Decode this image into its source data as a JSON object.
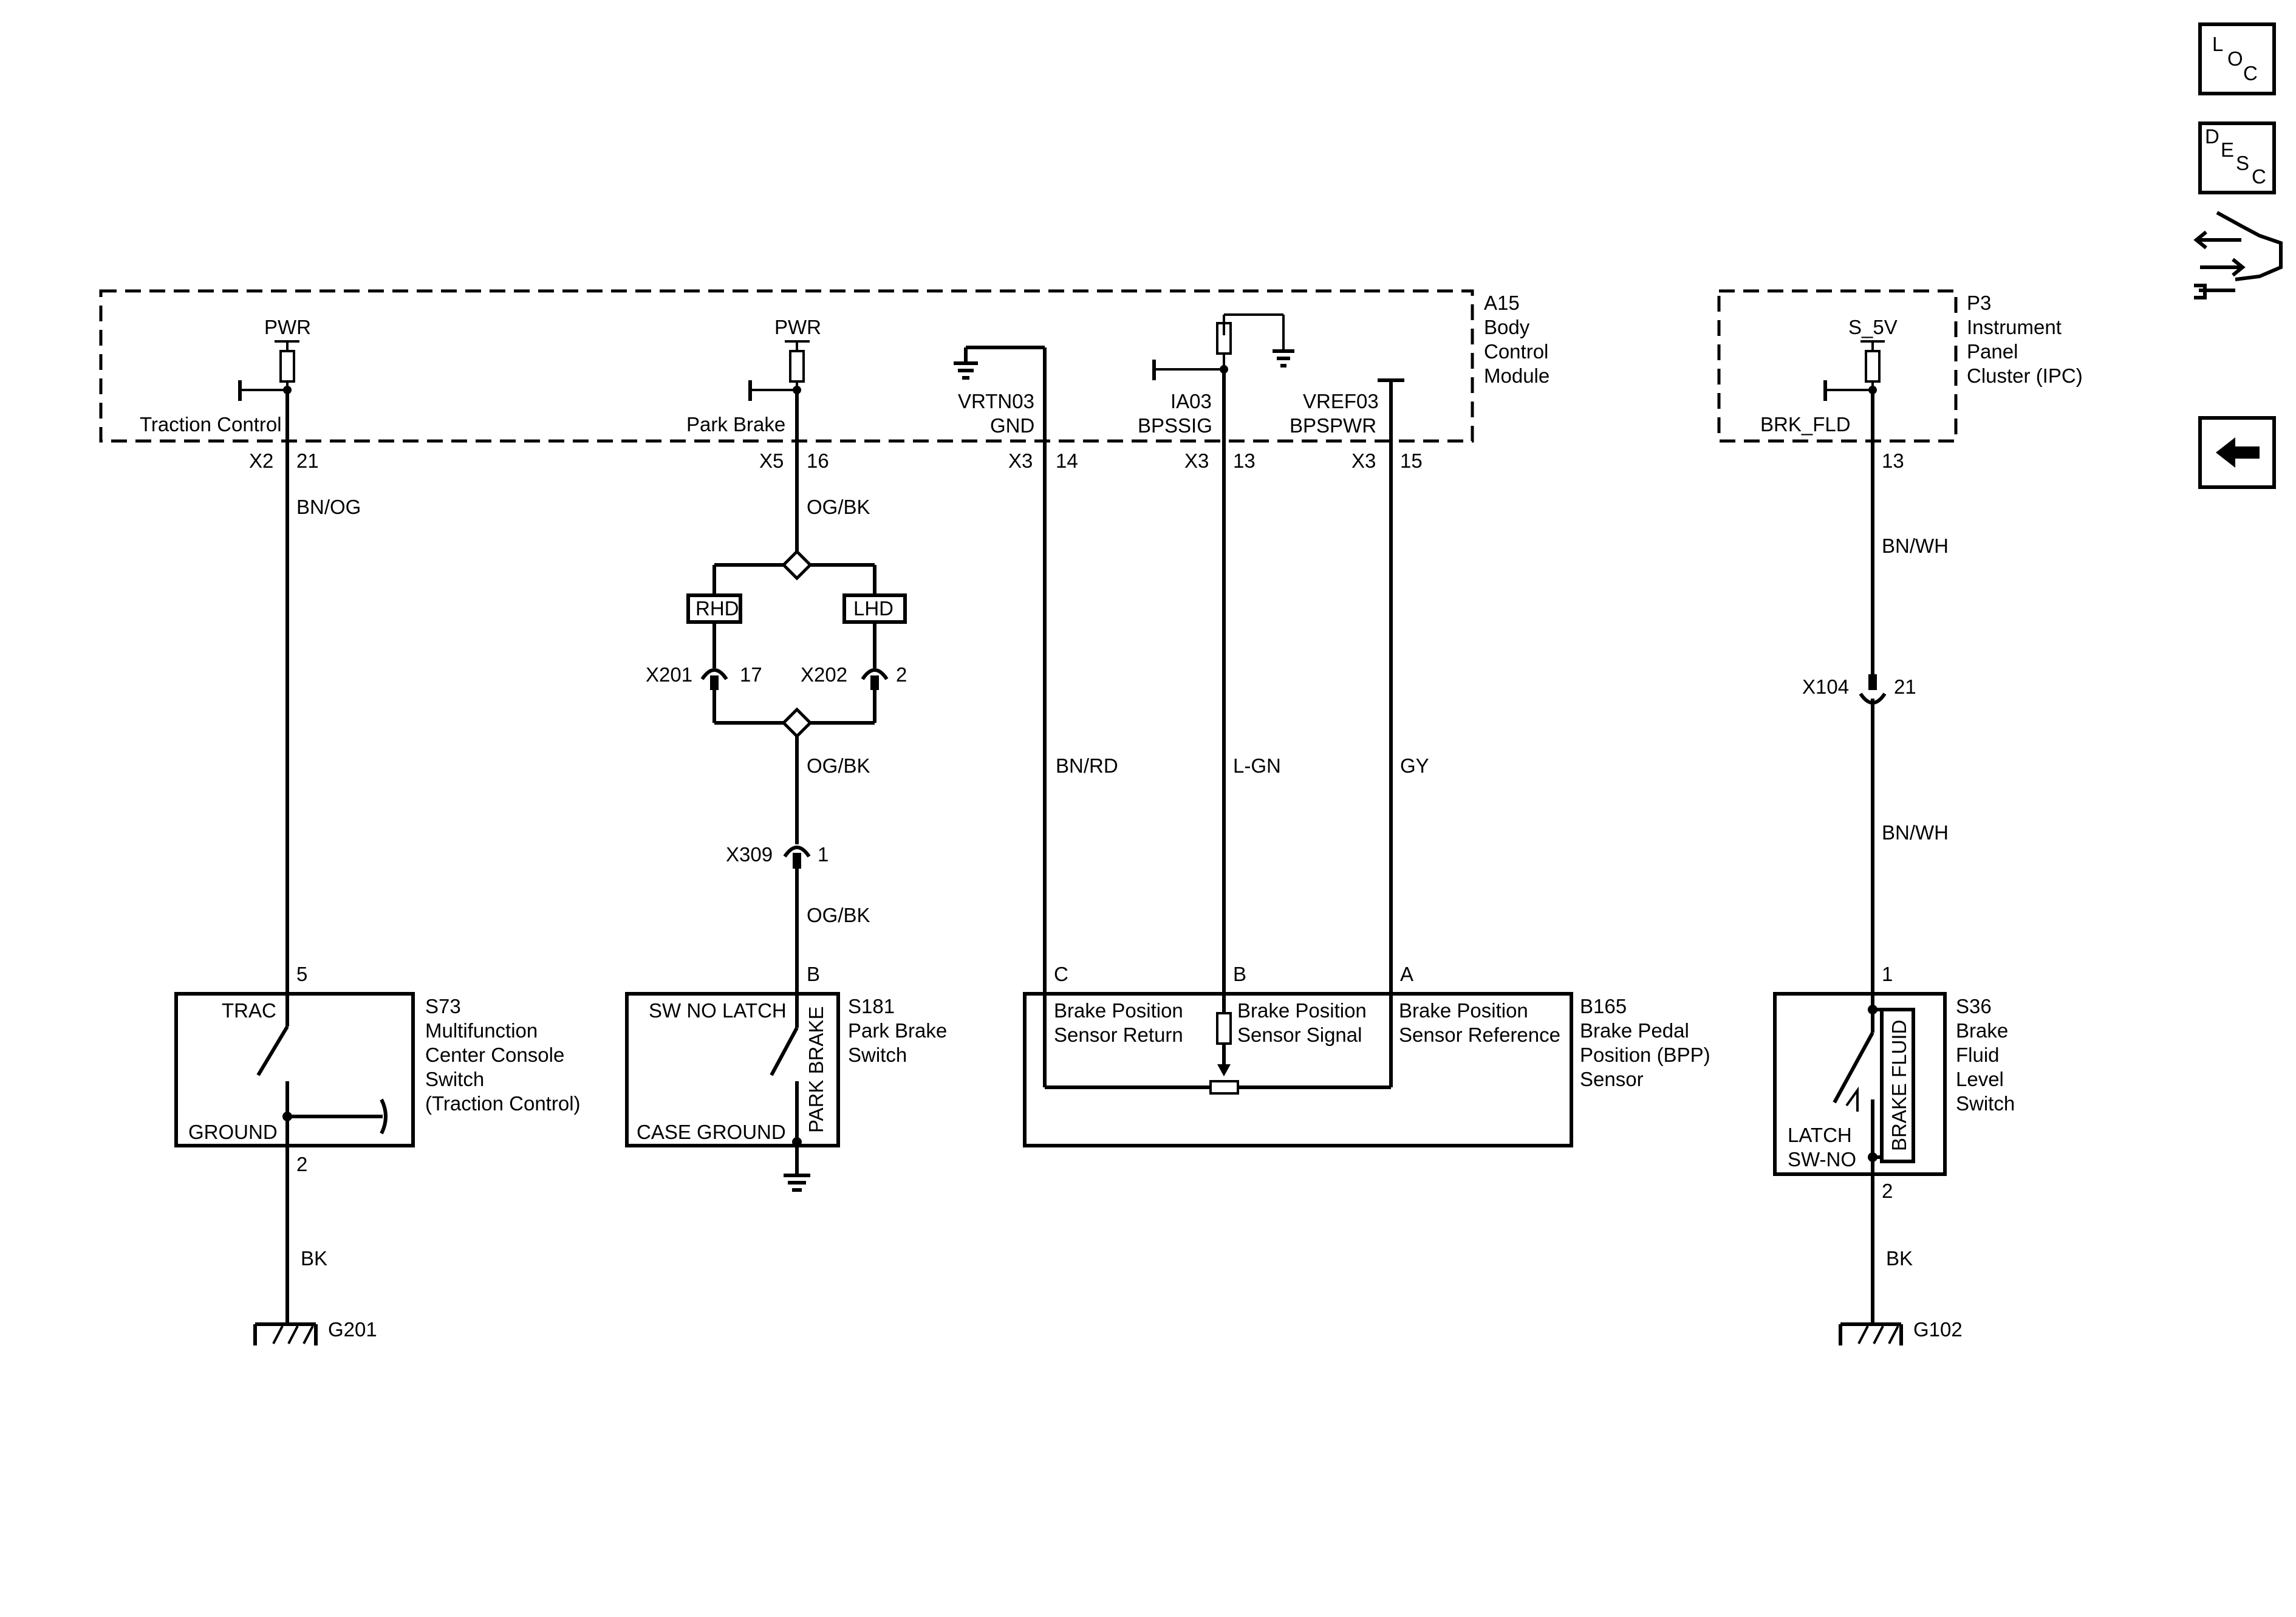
{
  "nav_icons": {
    "loc": {
      "l1": "L",
      "l2": "O",
      "l3": "C"
    },
    "desc": {
      "l1": "D",
      "l2": "E",
      "l3": "S",
      "l4": "C"
    },
    "connector_icon": "connector-wrench-icon",
    "back_icon": "left-arrow-icon"
  },
  "modules": {
    "bcm": {
      "ref": "A15",
      "name1": "Body",
      "name2": "Control",
      "name3": "Module"
    },
    "ipc": {
      "ref": "P3",
      "name1": "Instrument",
      "name2": "Panel",
      "name3": "Cluster (IPC)"
    }
  },
  "bcm_internal": {
    "pwr1": "PWR",
    "pwr2": "PWR",
    "traction_control": "Traction Control",
    "park_brake": "Park Brake",
    "vrtn03": "VRTN03",
    "gnd": "GND",
    "ia03": "IA03",
    "bpssig": "BPSSIG",
    "vref03": "VREF03",
    "bpspwr": "BPSPWR"
  },
  "ipc_internal": {
    "s5v": "S_5V",
    "brk_fld": "BRK_FLD"
  },
  "pins": {
    "x2": "X2",
    "p21": "21",
    "x5": "X5",
    "p16": "16",
    "x3a": "X3",
    "p14": "14",
    "x3b": "X3",
    "p13": "13",
    "x3c": "X3",
    "p15": "15",
    "ipc13": "13"
  },
  "wires": {
    "bn_og": "BN/OG",
    "og_bk1": "OG/BK",
    "og_bk2": "OG/BK",
    "og_bk3": "OG/BK",
    "bn_rd": "BN/RD",
    "l_gn": "L-GN",
    "gy": "GY",
    "bn_wh1": "BN/WH",
    "bn_wh2": "BN/WH",
    "bk1": "BK",
    "bk2": "BK"
  },
  "options": {
    "rhd": "RHD",
    "lhd": "LHD"
  },
  "inline_connectors": {
    "x201": "X201",
    "x201_pin": "17",
    "x202": "X202",
    "x202_pin": "2",
    "x309": "X309",
    "x309_pin": "1",
    "x104": "X104",
    "x104_pin": "21"
  },
  "components": {
    "s73": {
      "ref": "S73",
      "name1": "Multifunction",
      "name2": "Center Console",
      "name3": "Switch",
      "name4": "(Traction Control)",
      "pin_top": "5",
      "pin_bottom": "2",
      "label_top": "TRAC",
      "label_bottom": "GROUND"
    },
    "s181": {
      "ref": "S181",
      "name1": "Park Brake",
      "name2": "Switch",
      "pin_top": "B",
      "label_top": "SW NO LATCH",
      "label_bottom": "CASE GROUND",
      "vertical": "PARK BRAKE"
    },
    "b165": {
      "ref": "B165",
      "name1": "Brake Pedal",
      "name2": "Position (BPP)",
      "name3": "Sensor",
      "pin_c": "C",
      "pin_b": "B",
      "pin_a": "A",
      "ret1": "Brake Position",
      "ret2": "Sensor Return",
      "sig1": "Brake Position",
      "sig2": "Sensor Signal",
      "ref1": "Brake Position",
      "ref2": "Sensor Reference"
    },
    "s36": {
      "ref": "S36",
      "name1": "Brake",
      "name2": "Fluid",
      "name3": "Level",
      "name4": "Switch",
      "pin_top": "1",
      "pin_bottom": "2",
      "vertical": "BRAKE FLUID",
      "latch": "LATCH",
      "swno": "SW-NO"
    }
  },
  "grounds": {
    "g201": "G201",
    "g102": "G102"
  }
}
